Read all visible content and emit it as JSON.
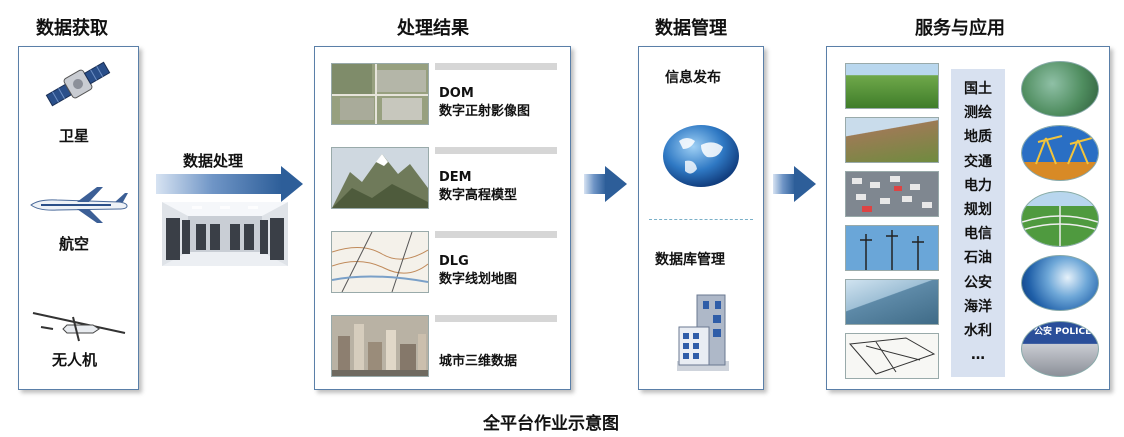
{
  "sections": {
    "acquisition": "数据获取",
    "processing_results": "处理结果",
    "data_management": "数据管理",
    "services": "服务与应用"
  },
  "acquisition_items": [
    "卫星",
    "航空",
    "无人机"
  ],
  "processing_label": "数据处理",
  "products": [
    {
      "code": "DOM",
      "name": "数字正射影像图"
    },
    {
      "code": "DEM",
      "name": "数字高程模型"
    },
    {
      "code": "DLG",
      "name": "数字线划地图"
    },
    {
      "code": "",
      "name": "城市三维数据"
    }
  ],
  "management": {
    "publish": "信息发布",
    "database": "数据库管理"
  },
  "applications": [
    "国土",
    "测绘",
    "地质",
    "交通",
    "电力",
    "规划",
    "电信",
    "石油",
    "公安",
    "海洋",
    "水利",
    "…"
  ],
  "police_badge": "公安 POLICE",
  "caption": "全平台作业示意图",
  "colors": {
    "panel_border": "#5a7fa8",
    "arrow": "#2d5e99",
    "app_list_bg": "#d8e1f0"
  }
}
